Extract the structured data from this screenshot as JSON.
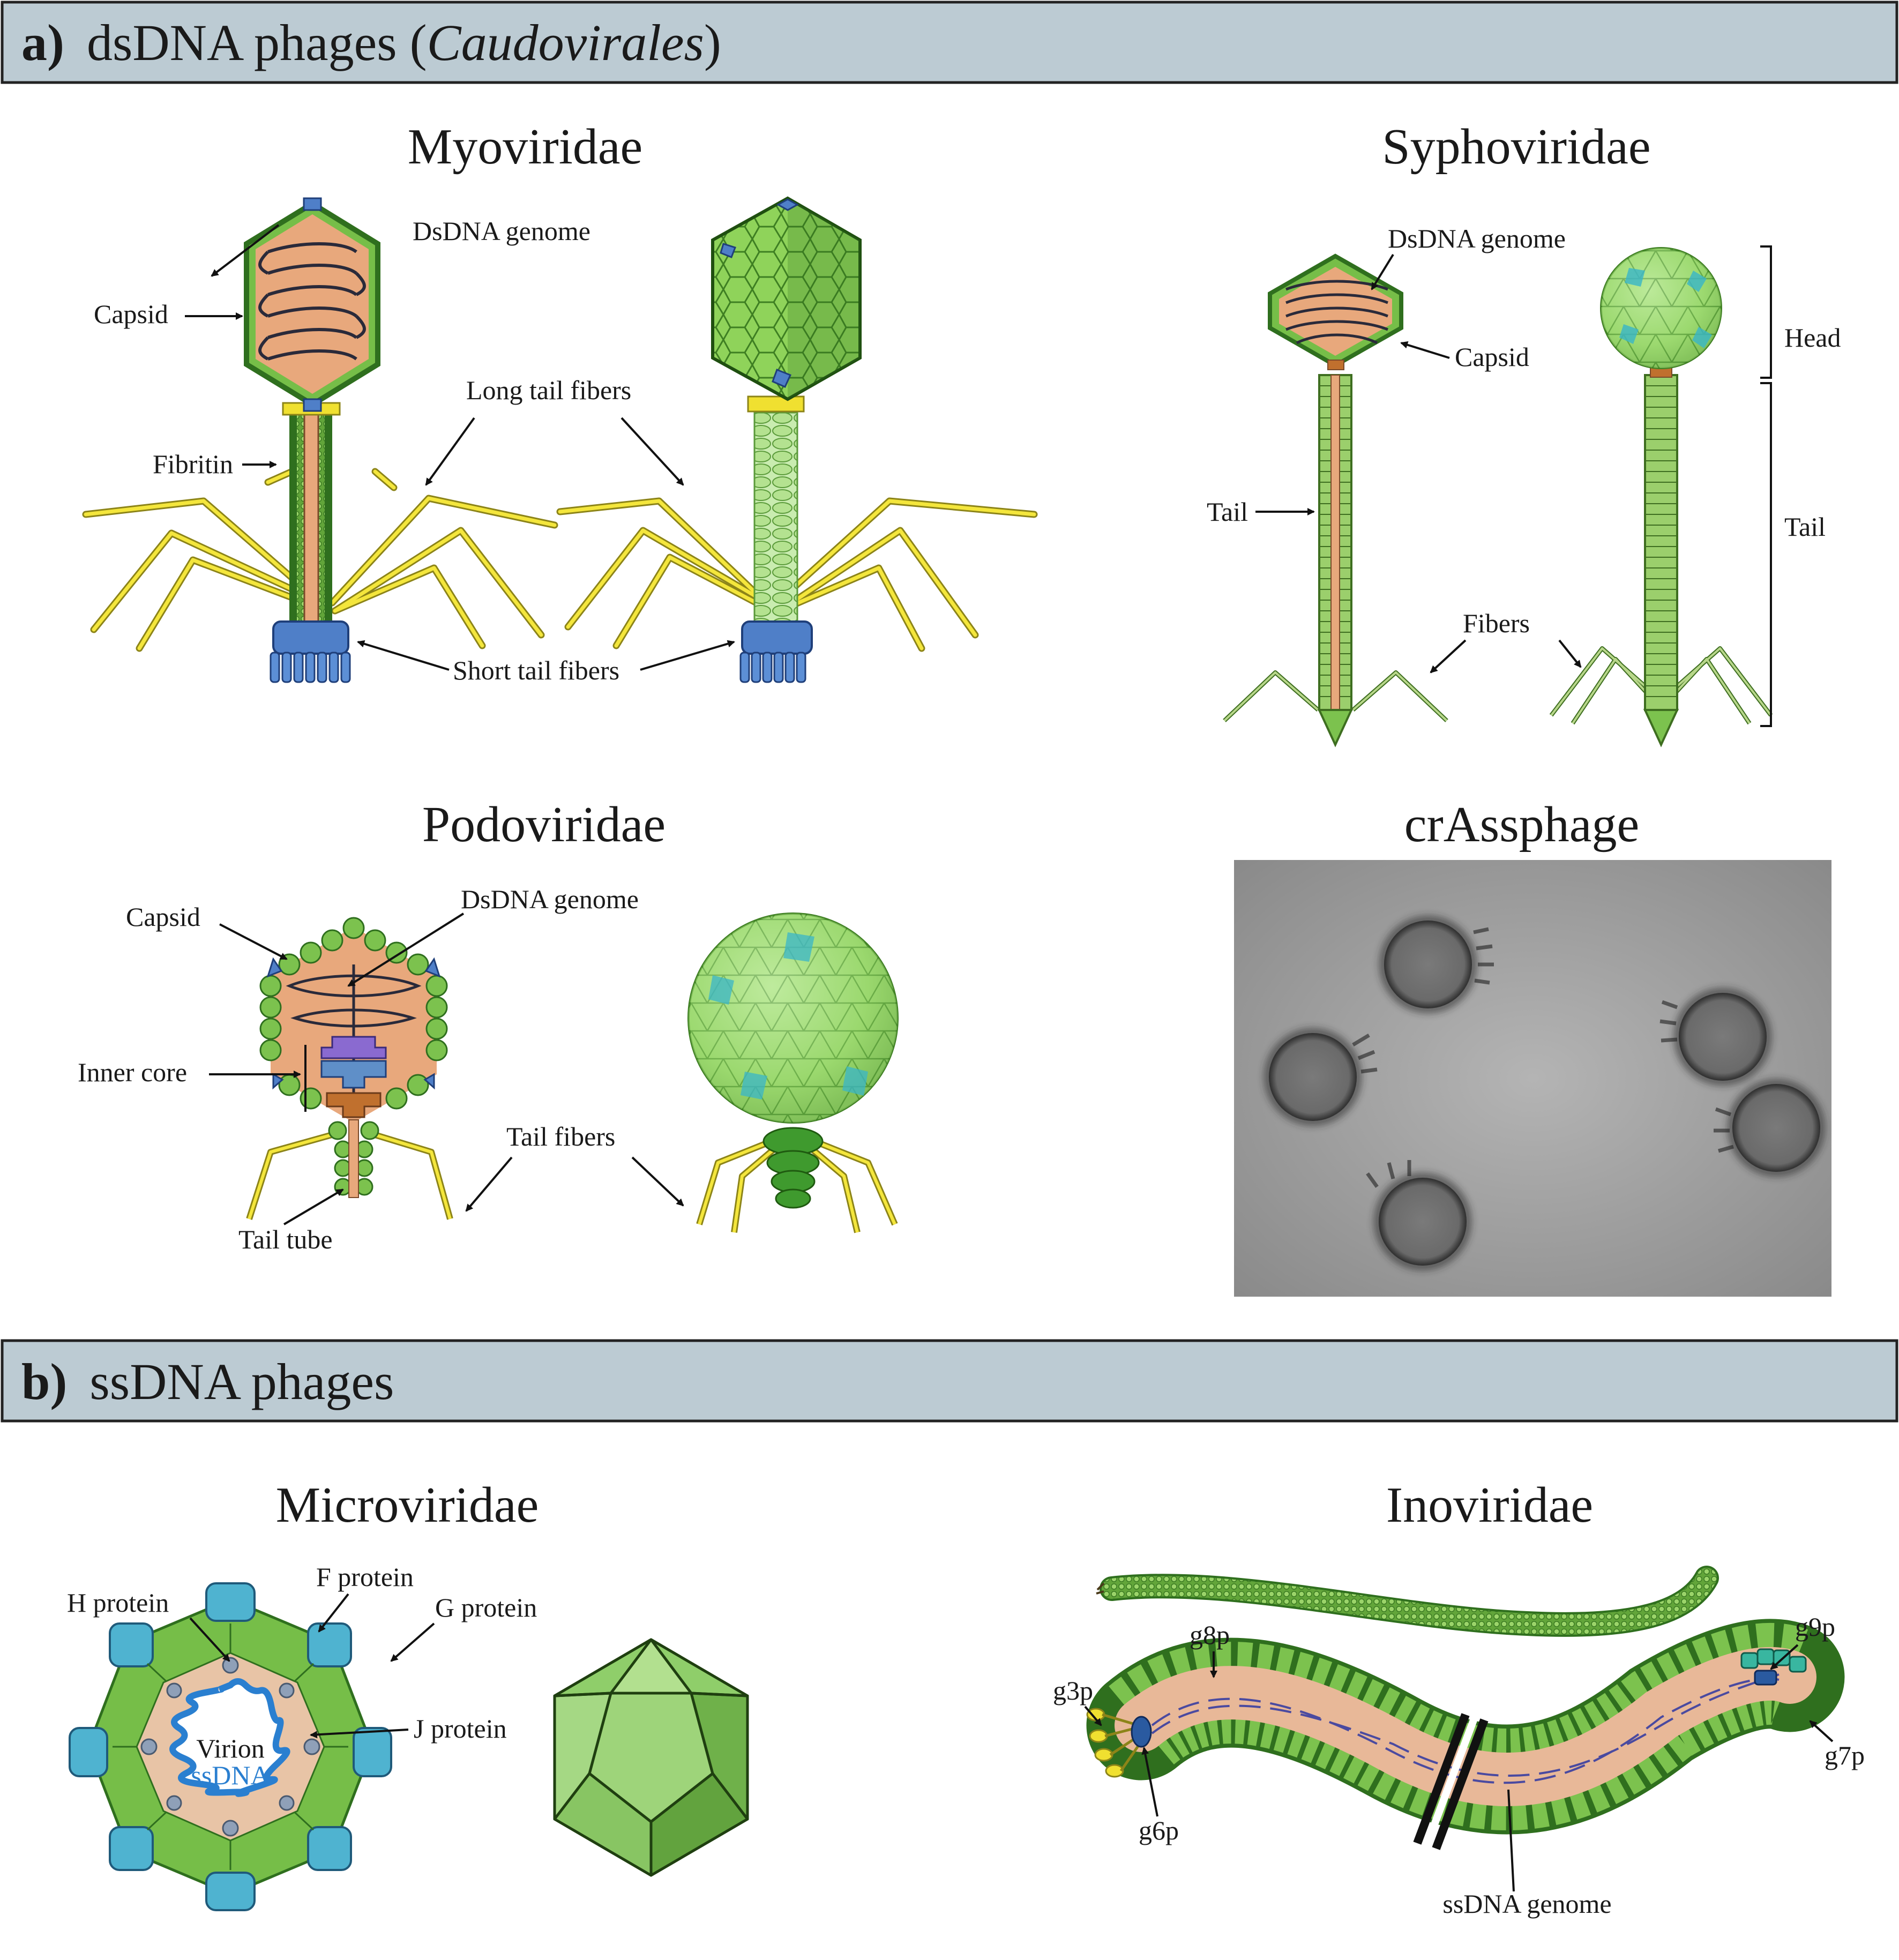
{
  "section_a": {
    "letter": "a)",
    "title_main": "dsDNA phages (",
    "title_italic": "Caudovirales",
    "title_end": ")"
  },
  "section_b": {
    "letter": "b)",
    "title_main": "ssDNA phages"
  },
  "families": {
    "myoviridae": "Myoviridae",
    "syphoviridae": "Syphoviridae",
    "podoviridae": "Podoviridae",
    "crassphage": "crAssphage",
    "microviridae": "Microviridae",
    "inoviridae": "Inoviridae"
  },
  "labels": {
    "myo_dsdna": "DsDNA genome",
    "myo_capsid": "Capsid",
    "myo_long_fibers": "Long tail fibers",
    "myo_fibritin": "Fibritin",
    "myo_short_fibers": "Short tail fibers",
    "sypho_dsdna": "DsDNA genome",
    "sypho_capsid": "Capsid",
    "sypho_head": "Head",
    "sypho_tail_left": "Tail",
    "sypho_tail_right": "Tail",
    "sypho_fibers": "Fibers",
    "podo_capsid": "Capsid",
    "podo_dsdna": "DsDNA genome",
    "podo_inner_core": "Inner core",
    "podo_tail_fibers": "Tail fibers",
    "podo_tail_tube": "Tail tube",
    "micro_h": "H protein",
    "micro_f": "F protein",
    "micro_g": "G protein",
    "micro_j": "J protein",
    "micro_virion": "Virion",
    "micro_ssdna": "ssDNA",
    "ino_g3p": "g3p",
    "ino_g8p": "g8p",
    "ino_g9p": "g9p",
    "ino_g7p": "g7p",
    "ino_g6p": "g6p",
    "ino_ssdna": "ssDNA genome"
  },
  "colors": {
    "banner": "#bccbd3",
    "capsid_green": "#7cc24e",
    "inner_peach": "#e8a87c",
    "blue": "#4f7fc8",
    "fiber_yellow": "#f0e030",
    "cyan": "#39b6c8",
    "em_gray": "#9c9c9c"
  }
}
